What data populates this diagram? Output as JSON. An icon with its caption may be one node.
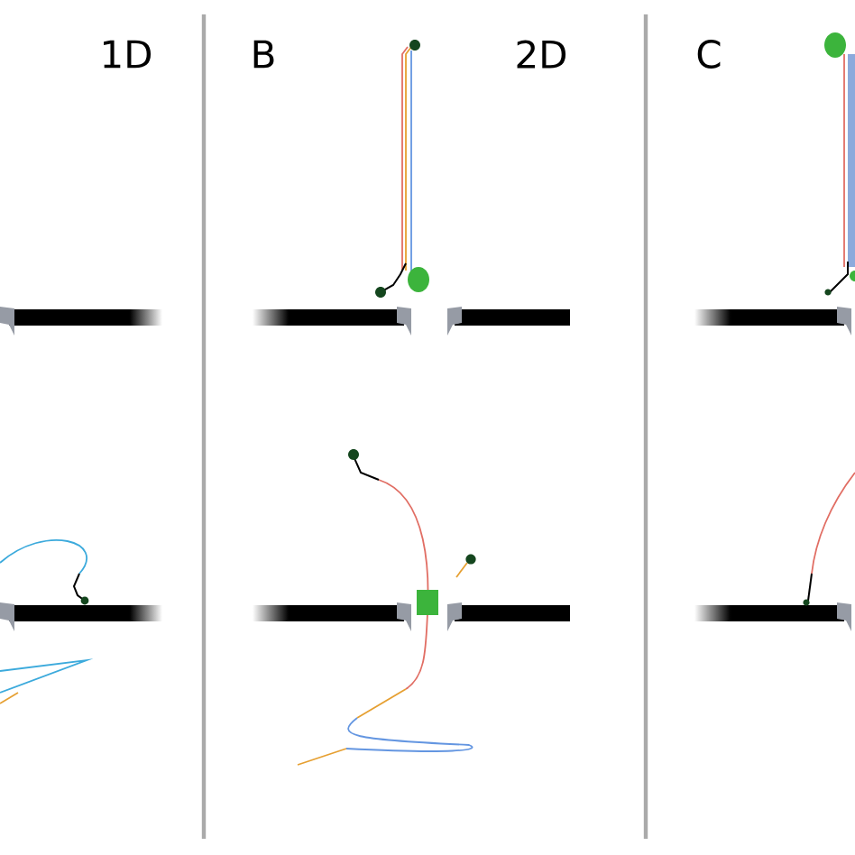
{
  "diagram": {
    "labels": [
      "1D",
      "B",
      "2D",
      "C"
    ]
  }
}
